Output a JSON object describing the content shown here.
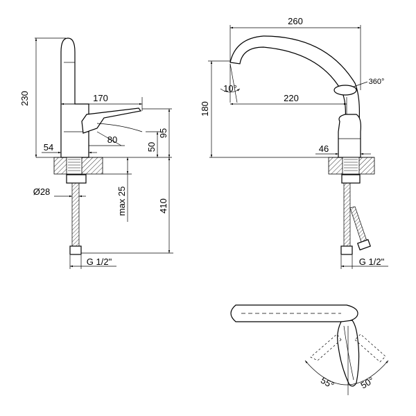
{
  "side_view": {
    "height_total": "230",
    "spout_reach": "170",
    "lever_height": "95",
    "lever_length": "80",
    "base_height": "50",
    "base_width": "54",
    "hose_diameter": "Ø28",
    "max_thickness": "max 25",
    "hose_length": "410",
    "thread": "G 1/2\""
  },
  "front_view": {
    "total_width": "260",
    "rotation": "360°",
    "spout_tilt": "10°",
    "spout_reach": "220",
    "spout_height": "180",
    "base_width": "46",
    "thread": "G 1/2\""
  },
  "top_view": {
    "lever_angle_left": "55°",
    "lever_angle_right": "50°"
  }
}
